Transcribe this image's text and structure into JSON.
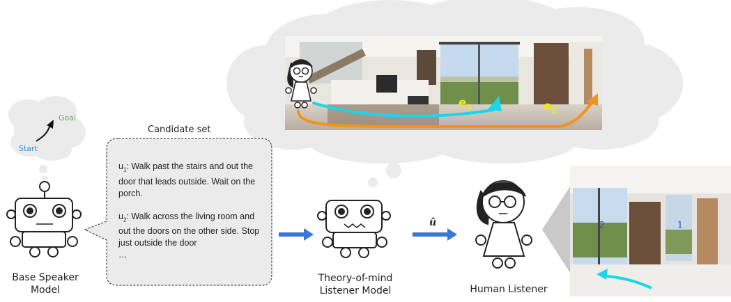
{
  "thought_bubble": {
    "goal": "Goal",
    "start": "Start"
  },
  "candidate_set": {
    "title": "Candidate set",
    "u1_prefix": "u",
    "u1_sub": "1",
    "u1_text": ": Walk past the stairs and out the door that leads outside. Wait on the porch.",
    "u2_prefix": "u",
    "u2_sub": "2",
    "u2_text": ": Walk across the living room and out the doors on the other side. Stop just outside the door",
    "ellipsis": "…"
  },
  "panorama": {
    "e1": "e",
    "e1_sub": "1",
    "e2": "e",
    "e2_sub": "2"
  },
  "utterance_symbol": "û",
  "photo": {
    "marker_2": "2",
    "marker_1": "1"
  },
  "labels": {
    "base_speaker": "Base Speaker Model",
    "tom_listener": "Theory-of-mind Listener Model",
    "human_listener": "Human Listener"
  },
  "colors": {
    "arrow_blue": "#3b75d6",
    "path_cyan": "#1ad6e8",
    "path_orange": "#f2931c",
    "goal_green": "#6fae4a",
    "start_blue": "#3a8fd9",
    "label_yellow": "#f3e61a"
  }
}
